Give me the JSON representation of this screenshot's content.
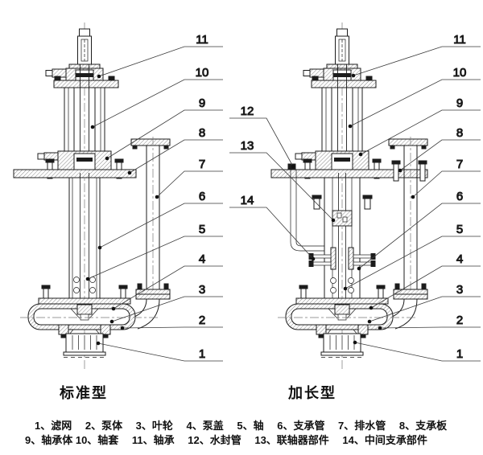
{
  "figure": {
    "type": "engineering-cross-section-diagram",
    "standard_pump": {
      "label": "标准型",
      "callouts": [
        "11",
        "10",
        "9",
        "8",
        "7",
        "6",
        "5",
        "4",
        "3",
        "2",
        "1"
      ]
    },
    "extended_pump": {
      "label": "加长型",
      "callouts_right": [
        "11",
        "10",
        "9",
        "8",
        "7",
        "6",
        "5",
        "4",
        "3",
        "2",
        "1"
      ],
      "callouts_left": [
        "12",
        "13",
        "14"
      ]
    },
    "legend": {
      "line1": "1、滤网　 2、泵体　 3、叶轮　 4、泵盖　 5、轴　 6、支承管　 7、排水管　 8、支承板",
      "line2": "9、轴承体 10、轴套　 11、轴承　 12、水封管　 13、联轴器部件　 14、中间支承部件",
      "items": [
        {
          "num": "1",
          "name": "滤网"
        },
        {
          "num": "2",
          "name": "泵体"
        },
        {
          "num": "3",
          "name": "叶轮"
        },
        {
          "num": "4",
          "name": "泵盖"
        },
        {
          "num": "5",
          "name": "轴"
        },
        {
          "num": "6",
          "name": "支承管"
        },
        {
          "num": "7",
          "name": "排水管"
        },
        {
          "num": "8",
          "name": "支承板"
        },
        {
          "num": "9",
          "name": "轴承体"
        },
        {
          "num": "10",
          "name": "轴套"
        },
        {
          "num": "11",
          "name": "轴承"
        },
        {
          "num": "12",
          "name": "水封管"
        },
        {
          "num": "13",
          "name": "联轴器部件"
        },
        {
          "num": "14",
          "name": "中间支承部件"
        }
      ]
    },
    "colors": {
      "line": "#1c1c1c",
      "text": "#111111",
      "background": "#ffffff"
    }
  }
}
